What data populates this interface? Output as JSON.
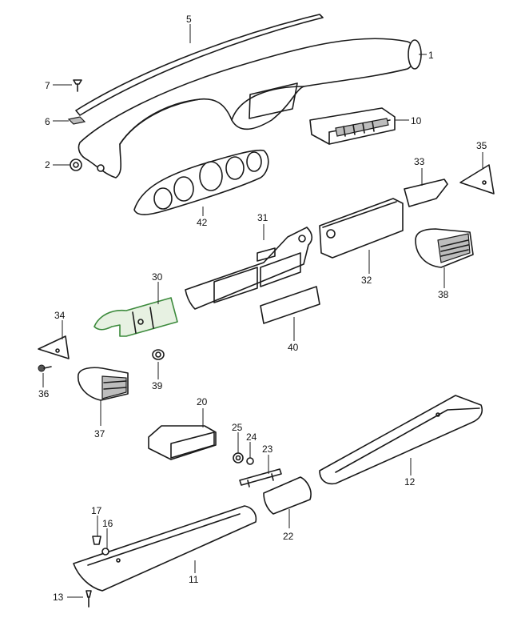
{
  "colors": {
    "line": "#1a1a1a",
    "highlight": "#3c8a3c",
    "background": "#ffffff"
  },
  "callouts": {
    "c1": "1",
    "c2": "2",
    "c5": "5",
    "c6": "6",
    "c7": "7",
    "c10": "10",
    "c11": "11",
    "c12": "12",
    "c13": "13",
    "c16": "16",
    "c17": "17",
    "c20": "20",
    "c22": "22",
    "c23": "23",
    "c24": "24",
    "c25": "25",
    "c30": "30",
    "c31": "31",
    "c32": "32",
    "c33": "33",
    "c34": "34",
    "c35": "35",
    "c36": "36",
    "c37": "37",
    "c38": "38",
    "c39": "39",
    "c40": "40",
    "c42": "42"
  }
}
